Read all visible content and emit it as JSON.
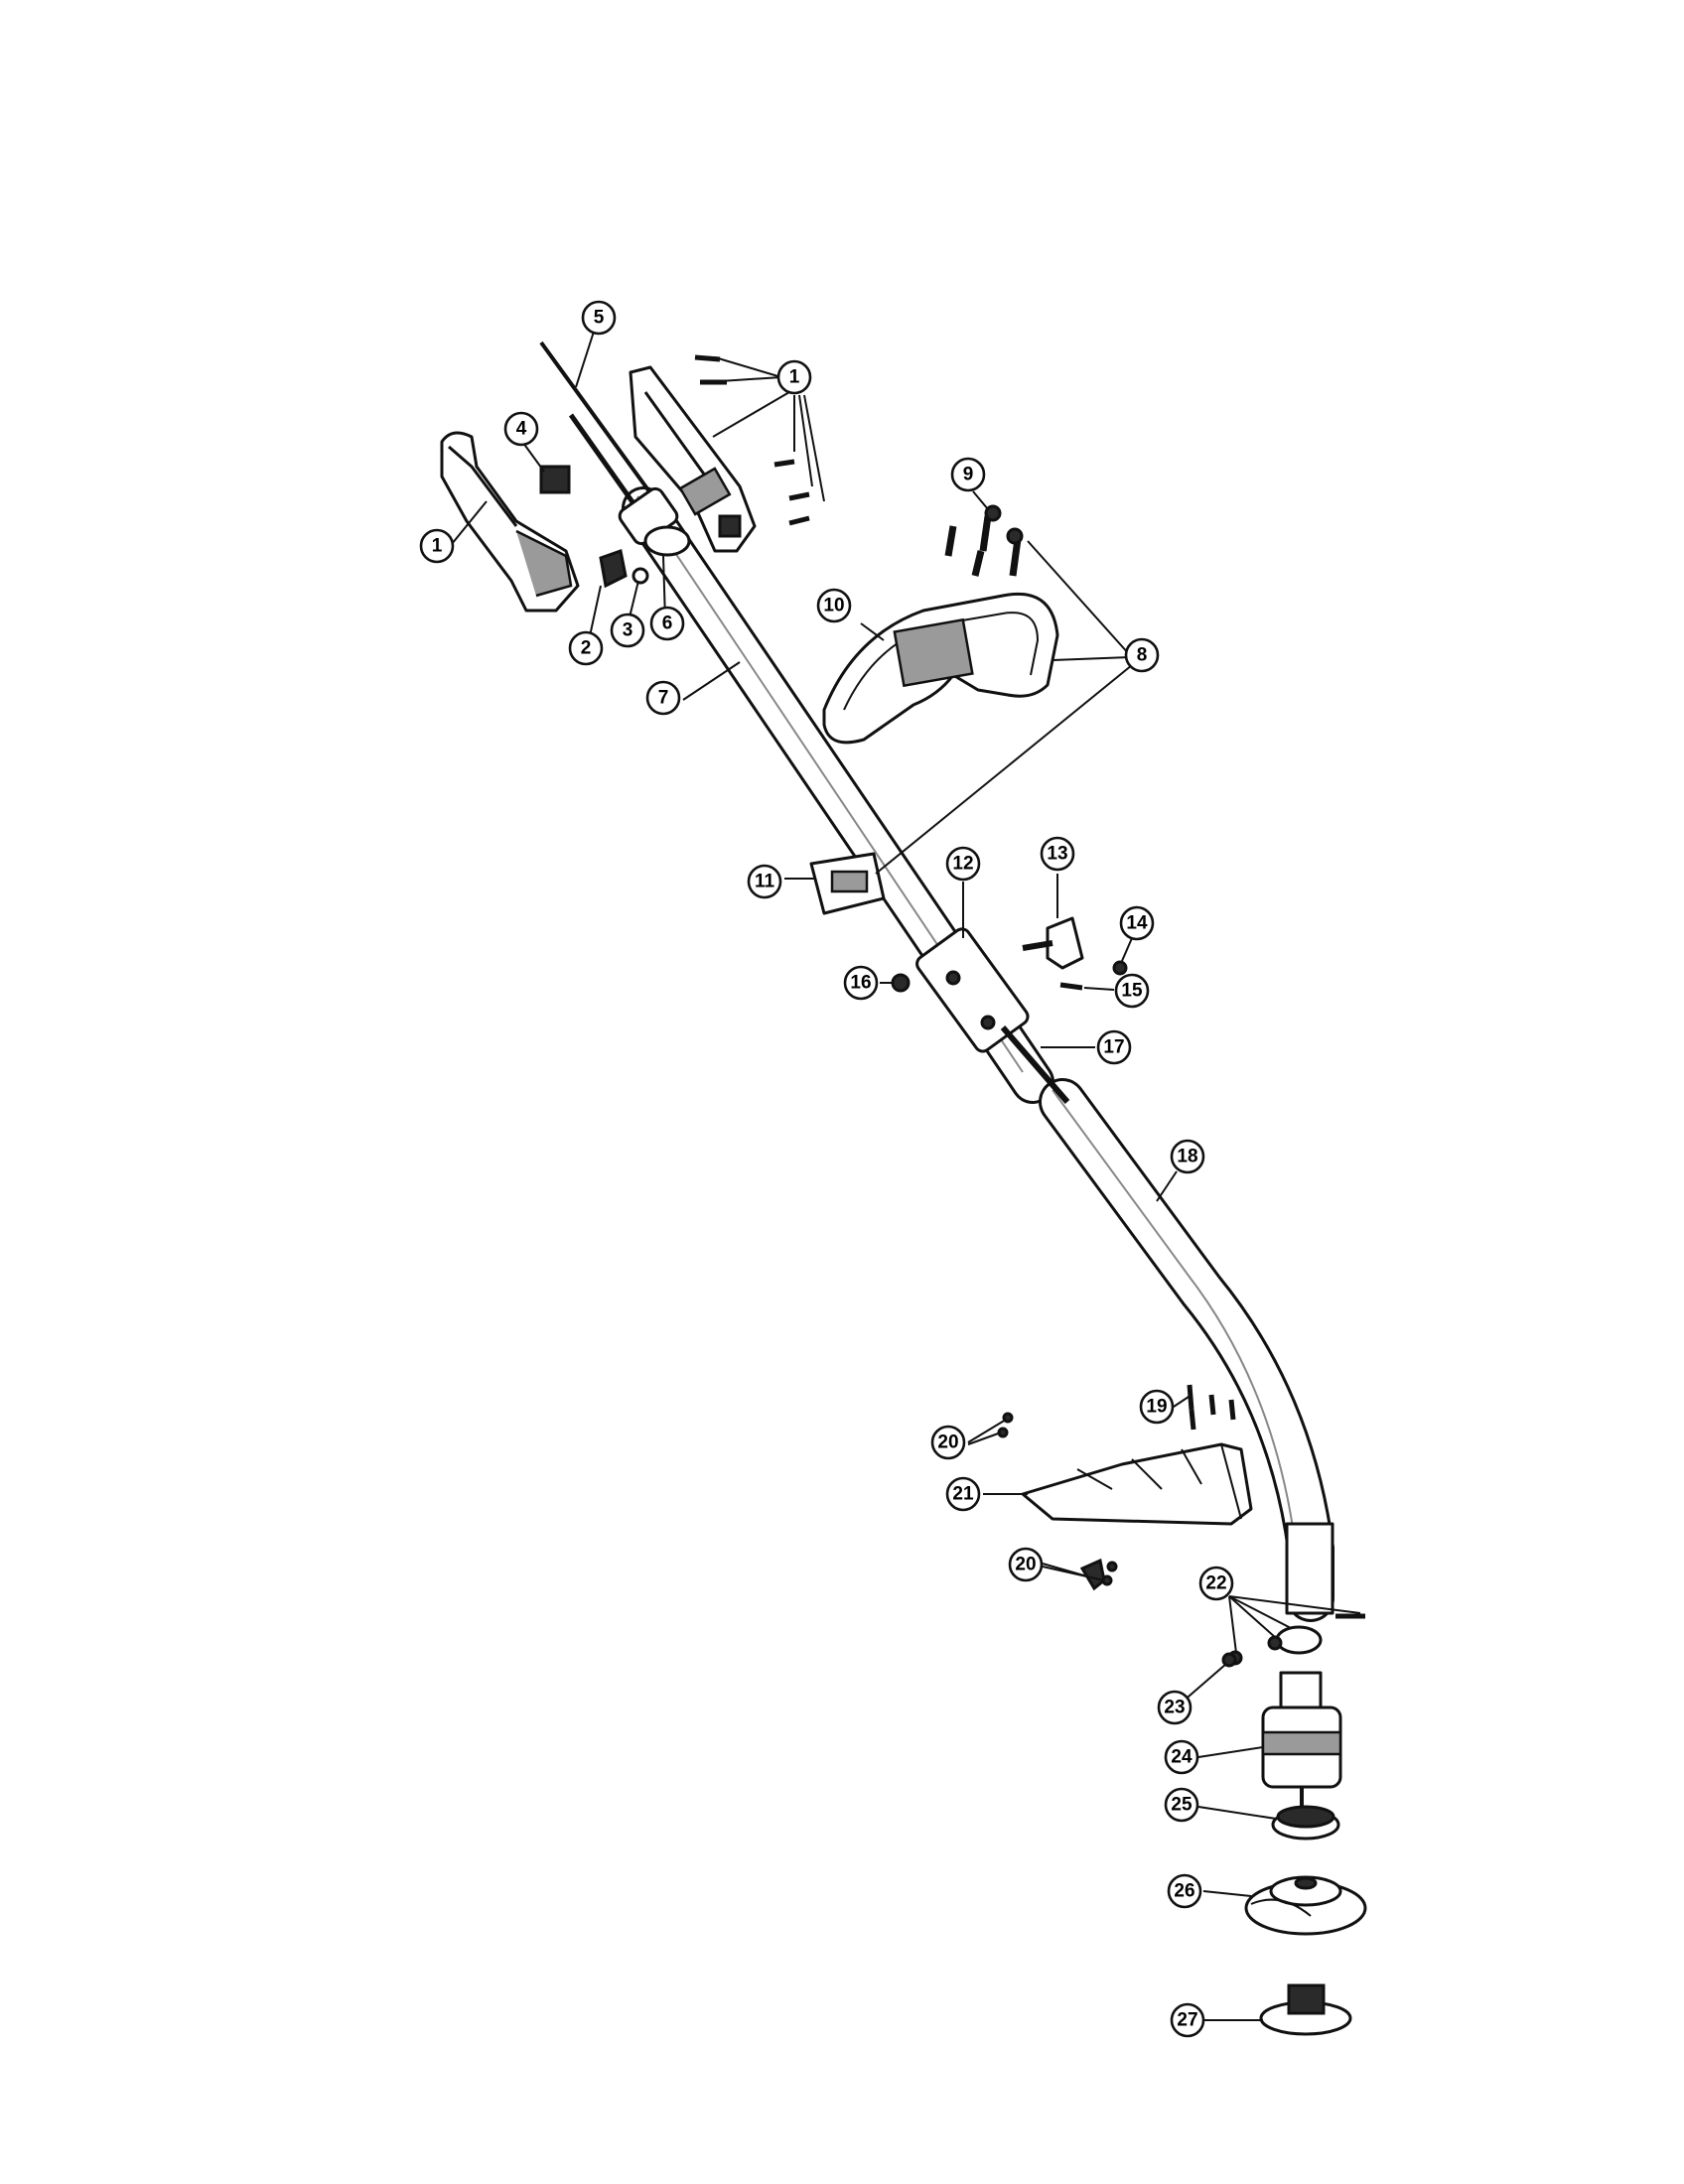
{
  "diagram": {
    "callouts": [
      "1",
      "1",
      "2",
      "3",
      "4",
      "5",
      "6",
      "7",
      "8",
      "9",
      "10",
      "11",
      "12",
      "13",
      "14",
      "15",
      "16",
      "17",
      "18",
      "19",
      "20",
      "20",
      "21",
      "22",
      "23",
      "24",
      "25",
      "26",
      "27"
    ]
  }
}
